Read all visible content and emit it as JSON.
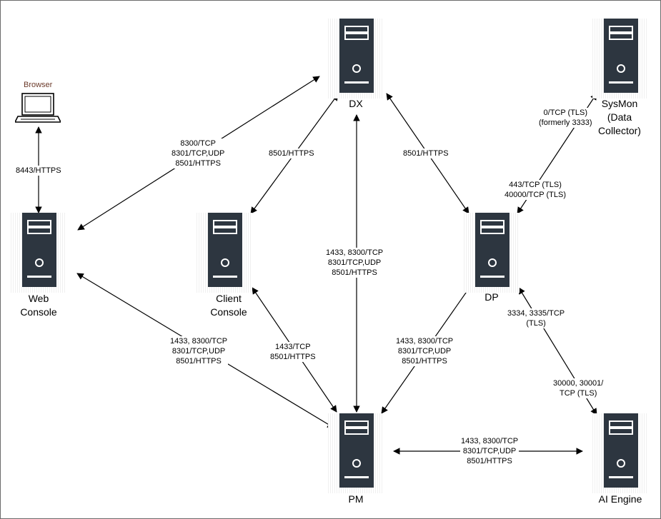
{
  "nodes": {
    "browser": {
      "label": "Browser",
      "icon": "laptop-icon"
    },
    "web_console": {
      "label_lines": [
        "Web",
        "Console"
      ],
      "icon": "server-icon"
    },
    "client_console": {
      "label_lines": [
        "Client",
        "Console"
      ],
      "icon": "server-icon"
    },
    "dx": {
      "label": "DX",
      "icon": "server-icon"
    },
    "dp": {
      "label": "DP",
      "icon": "server-icon"
    },
    "pm": {
      "label": "PM",
      "icon": "server-icon"
    },
    "sysmon": {
      "label_lines": [
        "SysMon",
        "(Data",
        "Collector)"
      ],
      "icon": "server-icon"
    },
    "ai_engine": {
      "label": "AI Engine",
      "icon": "server-icon"
    }
  },
  "edges": {
    "browser_web": [
      "8443/HTTPS"
    ],
    "web_dx": [
      "8300/TCP",
      "8301/TCP,UDP",
      "8501/HTTPS"
    ],
    "client_dx": [
      "8501/HTTPS"
    ],
    "dx_dp": [
      "8501/HTTPS"
    ],
    "dx_pm": [
      "1433, 8300/TCP",
      "8301/TCP,UDP",
      "8501/HTTPS"
    ],
    "dp_sysmon_upper": [
      "0/TCP (TLS)",
      "(formerly 3333)"
    ],
    "dp_sysmon_lower": [
      "443/TCP (TLS)",
      "40000/TCP (TLS)"
    ],
    "web_pm": [
      "1433, 8300/TCP",
      "8301/TCP,UDP",
      "8501/HTTPS"
    ],
    "client_pm": [
      "1433/TCP",
      "8501/HTTPS"
    ],
    "pm_dp": [
      "1433, 8300/TCP",
      "8301/TCP,UDP",
      "8501/HTTPS"
    ],
    "dp_ai_upper": [
      "3334, 3335/TCP",
      "(TLS)"
    ],
    "dp_ai_lower": [
      "30000, 30001/",
      "TCP (TLS)"
    ],
    "pm_ai": [
      "1433, 8300/TCP",
      "8301/TCP,UDP",
      "8501/HTTPS"
    ]
  },
  "colors": {
    "server": "#2d3640",
    "line": "#000000",
    "border": "#6b6b6b"
  }
}
